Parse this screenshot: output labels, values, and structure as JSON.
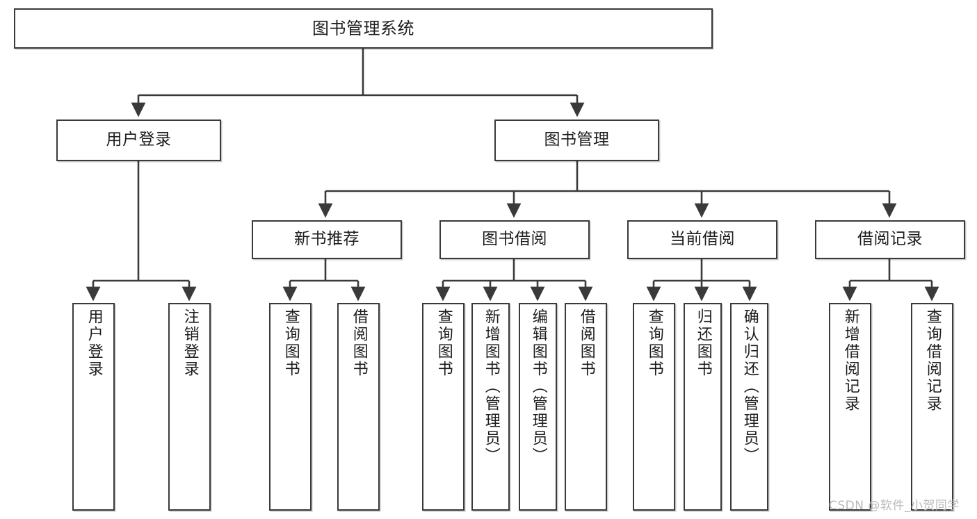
{
  "diagram": {
    "title": "图书管理系统",
    "type": "tree-hierarchy",
    "orientation": "top-down",
    "style": {
      "box_border_color": "#3a3a3a",
      "box_fill_color": "#ffffff",
      "connector_color": "#3a3a3a",
      "text_color": "#1d1d1d",
      "background": "#ffffff"
    },
    "levels": {
      "level1": "系统",
      "level2": "模块",
      "level3": "子模块",
      "level4": "功能"
    }
  },
  "nodes": {
    "root": {
      "label": "图书管理系统"
    },
    "level2": [
      {
        "id": "user-login",
        "label": "用户登录"
      },
      {
        "id": "book-manage",
        "label": "图书管理"
      }
    ],
    "level3": [
      {
        "id": "new-book-recommend",
        "label": "新书推荐"
      },
      {
        "id": "book-borrow",
        "label": "图书借阅"
      },
      {
        "id": "current-borrow",
        "label": "当前借阅"
      },
      {
        "id": "borrow-record",
        "label": "借阅记录"
      }
    ],
    "leaves": {
      "user-login": [
        {
          "id": "leaf-user-login",
          "label": "用户登录"
        },
        {
          "id": "leaf-user-logout",
          "label": "注销登录"
        }
      ],
      "new-book-recommend": [
        {
          "id": "leaf-query-book-1",
          "label": "查询图书"
        },
        {
          "id": "leaf-borrow-book-1",
          "label": "借阅图书"
        }
      ],
      "book-borrow": [
        {
          "id": "leaf-query-book-2",
          "label": "查询图书"
        },
        {
          "id": "leaf-add-book",
          "label": "新增图书（管理员）"
        },
        {
          "id": "leaf-edit-book",
          "label": "编辑图书（管理员）"
        },
        {
          "id": "leaf-borrow-book-2",
          "label": "借阅图书"
        }
      ],
      "current-borrow": [
        {
          "id": "leaf-query-book-3",
          "label": "查询图书"
        },
        {
          "id": "leaf-return-book",
          "label": "归还图书"
        },
        {
          "id": "leaf-confirm-return",
          "label": "确认归还（管理员）"
        }
      ],
      "borrow-record": [
        {
          "id": "leaf-add-record",
          "label": "新增借阅记录"
        },
        {
          "id": "leaf-query-record",
          "label": "查询借阅记录"
        }
      ]
    }
  },
  "watermark": {
    "text": "CSDN @软件_小贺同学"
  }
}
